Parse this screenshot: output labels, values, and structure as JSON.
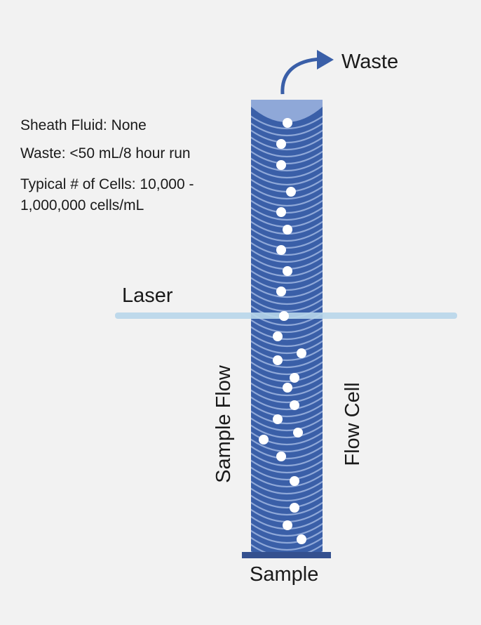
{
  "info": {
    "sheath": "Sheath Fluid: None",
    "waste": "Waste: <50 mL/8 hour run",
    "cells": "Typical # of Cells: 10,000 - 1,000,000 cells/mL"
  },
  "labels": {
    "waste": "Waste",
    "laser": "Laser",
    "sample_flow": "Sample Flow",
    "flow_cell": "Flow Cell",
    "sample": "Sample"
  },
  "colors": {
    "tube": "#3a5fa8",
    "arcs": "#8fa8d8",
    "laser": "#b8d6ea",
    "arrow": "#3a5fa8",
    "base": "#34508f",
    "cells": "#ffffff",
    "background": "#f2f2f2"
  }
}
